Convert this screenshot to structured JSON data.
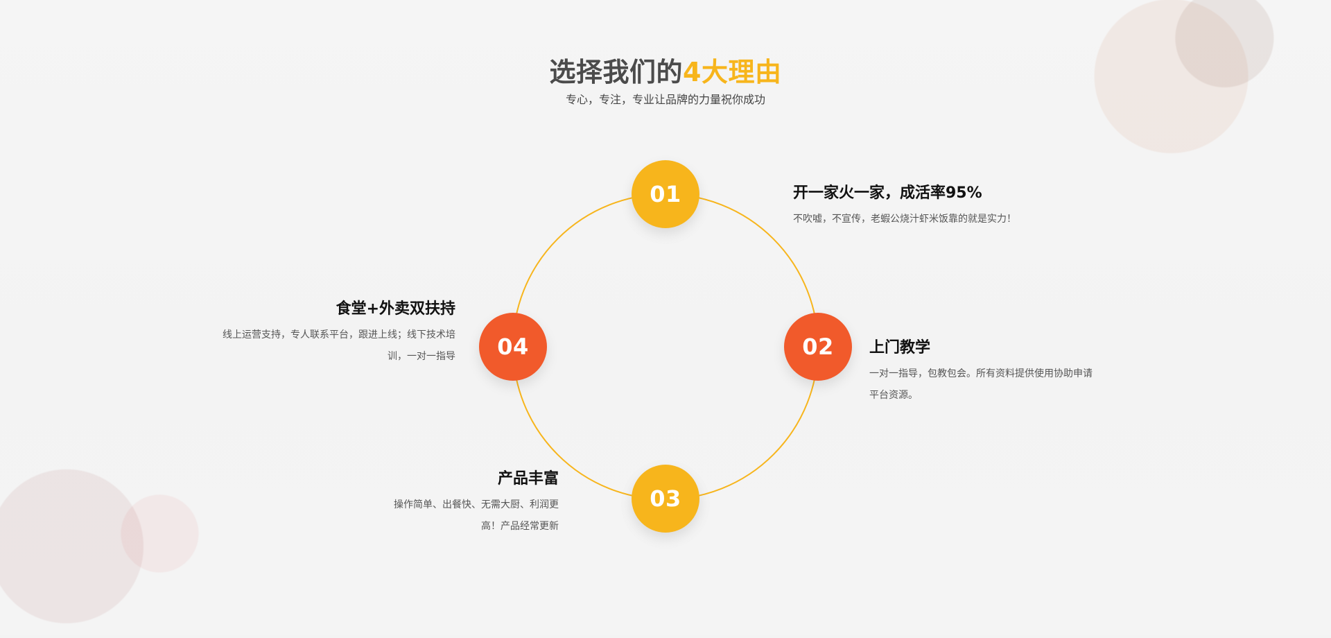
{
  "header": {
    "title_prefix": "选择我们的",
    "title_accent": "4大理由",
    "subtitle": "专心，专注，专业让品牌的力量祝你成功"
  },
  "reasons": [
    {
      "number": "01",
      "title": "开一家火一家，成活率95%",
      "desc": "不吹嘘，不宣传，老蝦公烧汁虾米饭靠的就是实力！"
    },
    {
      "number": "02",
      "title": "上门教学",
      "desc": "一对一指导，包教包会。所有资料提供使用协助申请平台资源。"
    },
    {
      "number": "03",
      "title": "产品丰富",
      "desc": "操作简单、出餐快、无需大厨、利润更高！产品经常更新"
    },
    {
      "number": "04",
      "title": "食堂+外卖双扶持",
      "desc": "线上运营支持，专人联系平台，跟进上线；线下技术培训，一对一指导"
    }
  ],
  "colors": {
    "accent_yellow": "#f7b51c",
    "accent_red": "#f15a2b",
    "background": "#f3f3f3"
  }
}
